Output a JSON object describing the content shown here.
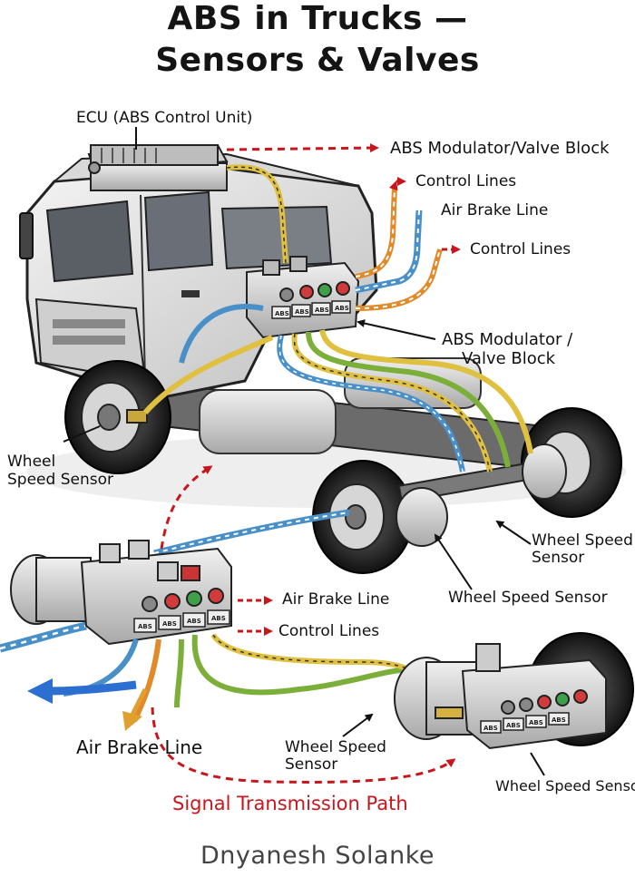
{
  "header": {
    "title_line1": "ABS in Trucks —",
    "title_line2": "Sensors & Valves"
  },
  "labels": {
    "ecu": "ECU (ABS Control Unit)",
    "abs_modulator_top": "ABS Modulator/Valve Block",
    "control_lines_1": "Control Lines",
    "air_brake_line_top": "Air Brake Line",
    "control_lines_2": "Control Lines",
    "abs_modulator_mid_1": "ABS Modulator /",
    "abs_modulator_mid_2": "Valve Block",
    "wheel_speed_sensor_front_1": "Wheel",
    "wheel_speed_sensor_front_2": "Speed Sensor",
    "wheel_speed_sensor_rear_right_1": "Wheel Speed",
    "wheel_speed_sensor_rear_right_2": "Sensor",
    "wheel_speed_sensor_rear_center": "Wheel Speed Sensor",
    "air_brake_line_mid": "Air Brake Line",
    "control_lines_mid": "Control Lines",
    "air_brake_line_bottom": "Air Brake Line",
    "wheel_speed_sensor_bottom_1": "Wheel Speed",
    "wheel_speed_sensor_bottom_2": "Sensor",
    "wheel_speed_sensor_bottom_right": "Wheel Speed Senso",
    "signal_path": "Signal Transmission Path"
  },
  "valve_tags": {
    "top": [
      "ABS",
      "ABS",
      "ABS",
      "ABS"
    ],
    "left": [
      "ABS",
      "ABS",
      "ABS",
      "ABS"
    ],
    "right": [
      "ABS",
      "ABS",
      "ABS",
      "ABS"
    ]
  },
  "footer": {
    "author": "Dnyanesh Solanke"
  },
  "colors": {
    "accent_red": "#c8161d",
    "air_line_blue": "#4a90c8",
    "control_line_yellow": "#e0c040",
    "control_line_orange": "#e08a2a",
    "control_line_green": "#7cae3a",
    "arrow_blue": "#2d6fd1"
  }
}
